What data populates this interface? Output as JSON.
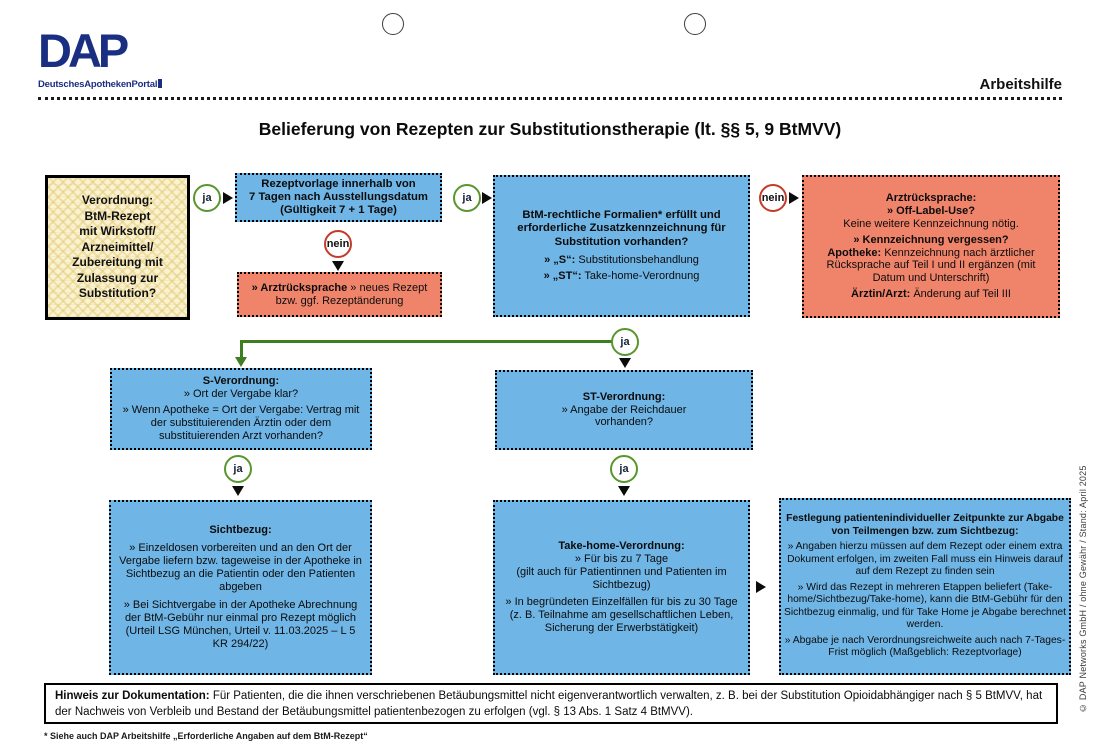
{
  "page": {
    "doc_label": "Arbeitshilfe",
    "title": "Belieferung von Rezepten zur Substitutionstherapie (lt. §§ 5, 9 BtMVV)",
    "footnote": "* Siehe auch DAP Arbeitshilfe „Erforderliche Angaben auf dem BtM-Rezept“",
    "credit": "© DAP Networks GmbH / ohne Gewähr / Stand: April 2025"
  },
  "logo": {
    "acronym": "DAP",
    "name": "DeutschesApothekenPortal"
  },
  "labels": {
    "yes": "ja",
    "no": "nein"
  },
  "colors": {
    "box_blue": "#6fb5e6",
    "box_orange": "#f0846b",
    "box_yellow": "#fbf3d0",
    "circle_yes_border": "#59962f",
    "circle_no_border": "#c43b29",
    "flow_green": "#3e7d20",
    "brand_blue": "#1b2f82"
  },
  "boxes": {
    "verordnung": {
      "text": "Verordnung:\nBtM-Rezept\nmit Wirkstoff/\nArzneimittel/\nZubereitung mit\nZulassung zur\nSubstitution?"
    },
    "rezeptvorlage": {
      "text": "Rezeptvorlage innerhalb von\n7 Tagen nach Ausstellungsdatum\n(Gültigkeit 7 + 1 Tage)"
    },
    "arztruecksprache_rezept": {
      "bold": "» Arztrücksprache",
      "rest": " » neues Rezept bzw. ggf. Rezeptänderung"
    },
    "formalien": {
      "heading": "BtM-rechtliche Formalien* erfüllt und\nerforderliche Zusatzkennzeichnung für\nSubstitution vorhanden?",
      "bullet1_bold": "» „S“:",
      "bullet1_rest": " Substitutionsbehandlung",
      "bullet2_bold": "» „ST“:",
      "bullet2_rest": " Take-home-Verordnung"
    },
    "arztruecksprache_kennzeichnung": {
      "heading": "Arztrücksprache:",
      "q1": "» Off-Label-Use?",
      "a1": "Keine weitere Kennzeichnung nötig.",
      "q2": "» Kennzeichnung vergessen?",
      "a2_bold": "Apotheke:",
      "a2_rest": " Kennzeichnung nach ärztlicher Rücksprache auf Teil I und II ergänzen (mit Datum und Unterschrift)",
      "a3_bold": "Ärztin/Arzt:",
      "a3_rest": " Änderung auf Teil III"
    },
    "s_verordnung": {
      "heading": "S-Verordnung:",
      "bullet1": "» Ort der Vergabe klar?",
      "bullet2": "» Wenn Apotheke = Ort der Vergabe: Vertrag mit der substituierenden Ärztin oder dem substituierenden Arzt vorhanden?"
    },
    "st_verordnung": {
      "heading": "ST-Verordnung:",
      "bullet1": "» Angabe der Reichdauer\nvorhanden?"
    },
    "sichtbezug": {
      "heading": "Sichtbezug:",
      "bullet1": "» Einzeldosen vorbereiten und an den Ort der Vergabe liefern bzw. tageweise in der Apotheke in Sichtbezug an die Patientin oder den Patienten abgeben",
      "bullet2": "» Bei Sichtvergabe in der Apotheke Abrechnung der BtM-Gebühr nur einmal pro Rezept möglich (Urteil LSG München, Urteil v. 11.03.2025 – L 5 KR 294/22)"
    },
    "take_home": {
      "heading": "Take-home-Verordnung:",
      "bullet1": "» Für bis zu 7 Tage\n(gilt auch für Patientinnen und Patienten im Sichtbezug)",
      "bullet2": "» In begründeten Einzelfällen für bis zu 30 Tage (z. B. Teilnahme am gesellschaftlichen Leben, Sicherung der Erwerbstätigkeit)"
    },
    "festlegung": {
      "heading": "Festlegung patientenindividueller Zeitpunkte zur Abgabe von Teilmengen bzw. zum Sichtbezug:",
      "bullet1": "» Angaben hierzu müssen auf dem Rezept oder einem extra Dokument erfolgen, im zweiten Fall muss ein Hinweis darauf auf dem Rezept zu finden sein",
      "bullet2": "» Wird das Rezept in mehreren Etappen beliefert (Take-home/Sichtbezug/Take-home), kann die BtM-Gebühr für den Sichtbezug einmalig, und für Take Home je Abgabe berechnet werden.",
      "bullet3": "» Abgabe je nach Verordnungsreichweite auch nach 7-Tages-Frist möglich (Maßgeblich: Rezeptvorlage)"
    }
  },
  "hinweis": {
    "bold": "Hinweis zur Dokumentation:",
    "rest": " Für Patienten, die die ihnen verschriebenen Betäubungsmittel nicht eigenverantwortlich verwalten, z. B. bei der Substitution Opioidabhängiger nach § 5 BtMVV, hat der Nachweis von Verbleib und Bestand der Betäubungsmittel patientenbezogen zu erfolgen (vgl. § 13 Abs. 1 Satz 4 BtMVV)."
  }
}
